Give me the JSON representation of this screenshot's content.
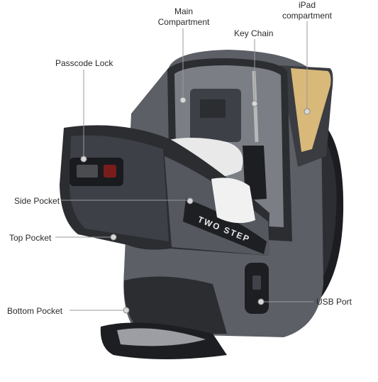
{
  "labels": {
    "main_compartment": [
      "Main",
      "Compartment"
    ],
    "ipad_compartment": [
      "iPad",
      "compartment"
    ],
    "key_chain": "Key Chain",
    "passcode_lock": "Passcode Lock",
    "side_pocket": "Side Pocket",
    "top_pocket": "Top Pocket",
    "bottom_pocket": "Bottom Pocket",
    "usb_port": "USB Port"
  },
  "brand": "TWO STEP",
  "colors": {
    "bag_gray": "#5c5f66",
    "bag_dark": "#2b2d31",
    "lining": "#8c8f96",
    "ipad_gold": "#d8b97a",
    "leader_line": "#9a9a9a"
  }
}
